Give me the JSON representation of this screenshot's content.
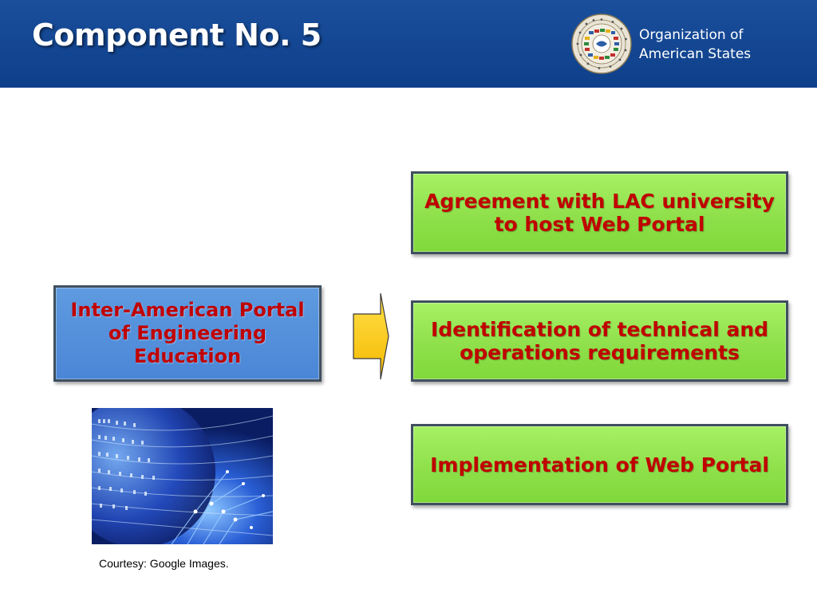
{
  "slide": {
    "title": "Component No. 5",
    "organization_line1": "Organization of",
    "organization_line2": "American States",
    "main_box": "Inter-American Portal\nof Engineering\nEducation",
    "steps": [
      "Agreement with LAC university\nto  host Web Portal",
      "Identification of technical and\noperations requirements",
      "Implementation of Web Portal"
    ],
    "caption": "Courtesy: Google Images."
  },
  "colors": {
    "header_blue": "#0e3f8a",
    "box_green": "#8fe04b",
    "box_blue": "#4a86d6",
    "box_text_red": "#c00000",
    "arrow_yellow": "#ffd200"
  },
  "icons": {
    "seal": "oas-seal-icon",
    "arrow": "right-arrow-icon",
    "photo": "digital-globe-image"
  }
}
